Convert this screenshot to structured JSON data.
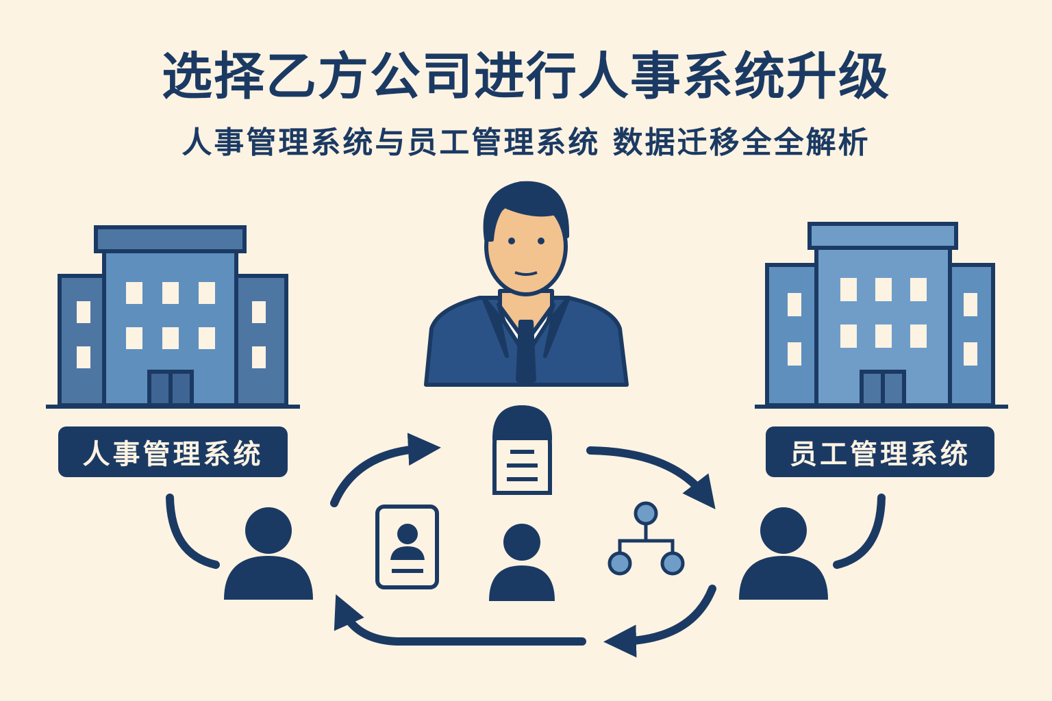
{
  "title": "选择乙方公司进行人事系统升级",
  "subtitle": "人事管理系统与员工管理系统 数据迁移全全解析",
  "left_system": {
    "label": "人事管理系统"
  },
  "right_system": {
    "label": "员工管理系统"
  },
  "colors": {
    "background": "#fdf3e3",
    "navy": "#1b3a63",
    "blue": "#5b87b3",
    "light_blue": "#6f9dc8",
    "skin": "#f2c28f"
  }
}
